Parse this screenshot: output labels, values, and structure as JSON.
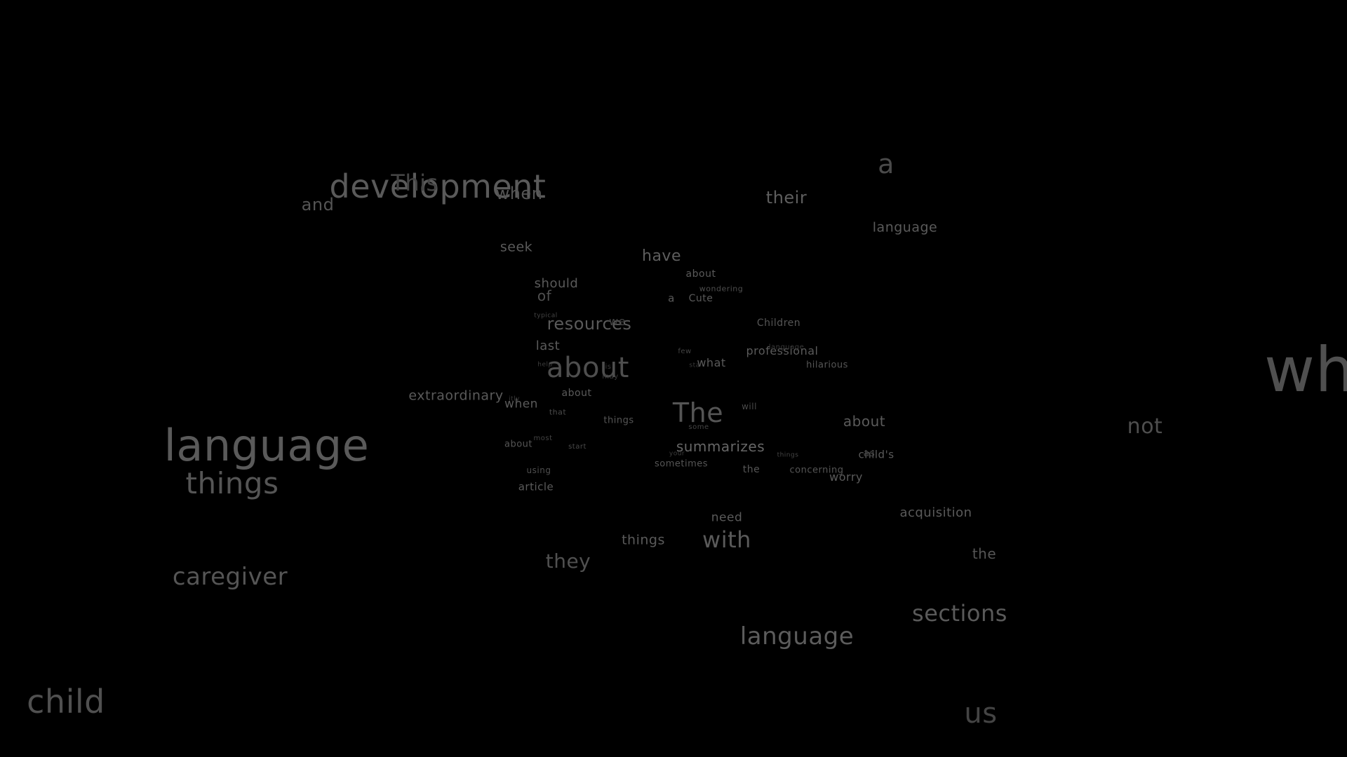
{
  "background": "#000000",
  "words": [
    {
      "text": "wh",
      "tone": "#505050"
    },
    {
      "text": "language",
      "tone": "#5a5a5a"
    },
    {
      "text": "development",
      "tone": "#5a5a5a"
    },
    {
      "text": "This",
      "tone": "#444444"
    },
    {
      "text": "child",
      "tone": "#505050"
    },
    {
      "text": "about",
      "tone": "#4e4e4e"
    },
    {
      "text": "things",
      "tone": "#555555"
    },
    {
      "text": "a",
      "tone": "#4a4a4a"
    },
    {
      "text": "The",
      "tone": "#555555"
    },
    {
      "text": "us",
      "tone": "#444444"
    },
    {
      "text": "caregiver",
      "tone": "#555555"
    },
    {
      "text": "language",
      "tone": "#5c5c5c"
    },
    {
      "text": "sections",
      "tone": "#5a5a5a"
    },
    {
      "text": "with",
      "tone": "#5a5a5a"
    },
    {
      "text": "not",
      "tone": "#4e4e4e"
    },
    {
      "text": "they",
      "tone": "#505050"
    },
    {
      "text": "and",
      "tone": "#555555"
    },
    {
      "text": "when",
      "tone": "#555555"
    },
    {
      "text": "their",
      "tone": "#5e5e5e"
    },
    {
      "text": "resources",
      "tone": "#5a5a5a"
    },
    {
      "text": "have",
      "tone": "#5e5e5e"
    },
    {
      "text": "summarizes",
      "tone": "#666666"
    },
    {
      "text": "language",
      "tone": "#5a5a5a"
    },
    {
      "text": "seek",
      "tone": "#5a5a5a"
    },
    {
      "text": "extraordinary",
      "tone": "#5a5a5a"
    },
    {
      "text": "about",
      "tone": "#5a5a5a"
    },
    {
      "text": "things",
      "tone": "#5a5a5a"
    },
    {
      "text": "acquisition",
      "tone": "#5a5a5a"
    },
    {
      "text": "the",
      "tone": "#555555"
    },
    {
      "text": "should",
      "tone": "#5a5a5a"
    },
    {
      "text": "of",
      "tone": "#505050"
    },
    {
      "text": "last",
      "tone": "#5a5a5a"
    },
    {
      "text": "when",
      "tone": "#5a5a5a"
    },
    {
      "text": "need",
      "tone": "#5a5a5a"
    },
    {
      "text": "professional",
      "tone": "#5a5a5a"
    },
    {
      "text": "worry",
      "tone": "#5a5a5a"
    },
    {
      "text": "what",
      "tone": "#5a5a5a"
    },
    {
      "text": "child's",
      "tone": "#5a5a5a"
    },
    {
      "text": "as",
      "tone": "#444444"
    },
    {
      "text": "about",
      "tone": "#5a5a5a"
    },
    {
      "text": "Cute",
      "tone": "#5a5a5a"
    },
    {
      "text": "a",
      "tone": "#5a5a5a"
    },
    {
      "text": "article",
      "tone": "#5a5a5a"
    },
    {
      "text": "about",
      "tone": "#5a5a5a"
    },
    {
      "text": "Children",
      "tone": "#555555"
    },
    {
      "text": "hilarious",
      "tone": "#555555"
    },
    {
      "text": "sometimes",
      "tone": "#555555"
    },
    {
      "text": "concerning",
      "tone": "#555555"
    },
    {
      "text": "the",
      "tone": "#555555"
    },
    {
      "text": "about",
      "tone": "#555555"
    },
    {
      "text": "things",
      "tone": "#555555"
    },
    {
      "text": "using",
      "tone": "#4e4e4e"
    },
    {
      "text": "wondering",
      "tone": "#4e4e4e"
    },
    {
      "text": "we",
      "tone": "#444444"
    },
    {
      "text": "will",
      "tone": "#4a4a4a"
    },
    {
      "text": "that",
      "tone": "#4a4a4a"
    },
    {
      "text": "start",
      "tone": "#4a4a4a"
    },
    {
      "text": "some",
      "tone": "#444444"
    },
    {
      "text": "most",
      "tone": "#444444"
    },
    {
      "text": "language",
      "tone": "#3a3a3a"
    },
    {
      "text": "typical",
      "tone": "#444444"
    },
    {
      "text": "few",
      "tone": "#444444"
    },
    {
      "text": "things",
      "tone": "#444444"
    },
    {
      "text": "your",
      "tone": "#3e3e3e"
    },
    {
      "text": "may",
      "tone": "#3e3e3e"
    },
    {
      "text": "help",
      "tone": "#3e3e3e"
    },
    {
      "text": "itly",
      "tone": "#3a3a3a"
    },
    {
      "text": "is",
      "tone": "#3a3a3a"
    },
    {
      "text": "sta",
      "tone": "#3a3a3a"
    }
  ]
}
